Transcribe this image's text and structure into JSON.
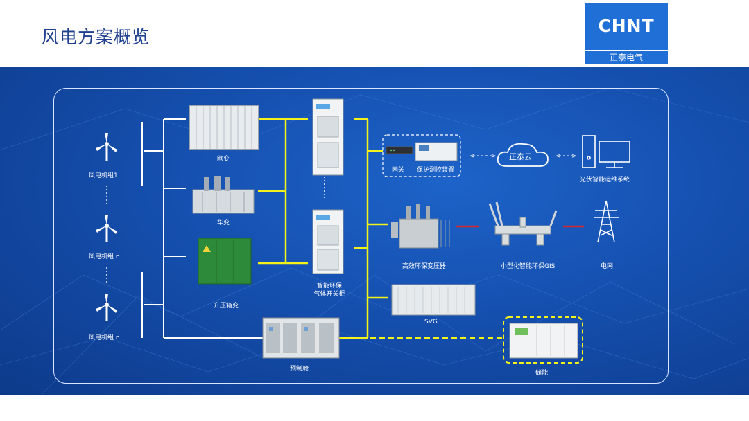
{
  "header": {
    "title": "风电方案概览"
  },
  "logo": {
    "brand": "CHNT",
    "sub": "正泰电气"
  },
  "colors": {
    "wire_white": "#ffffff",
    "wire_yellow": "#f3f21a",
    "link_red": "#d22a2a",
    "panel_bg": "#154fae"
  },
  "nodes": {
    "turbine1": "风电机组1",
    "turbine2": "风电机组 n",
    "turbine3": "风电机组 n",
    "ou_bian": "欧变",
    "hua_bian": "华变",
    "box_bian": "升压箱变",
    "switchgear": "智能环保\n气体开关柜",
    "gateway": "网关",
    "protection": "保护测控装置",
    "cloud": "正泰云",
    "pv_system": "光伏智能运维系统",
    "transformer": "高效环保变压器",
    "gis": "小型化智能环保GIS",
    "grid": "电网",
    "svg": "SVG",
    "prefab": "预制舱",
    "storage": "储能"
  }
}
